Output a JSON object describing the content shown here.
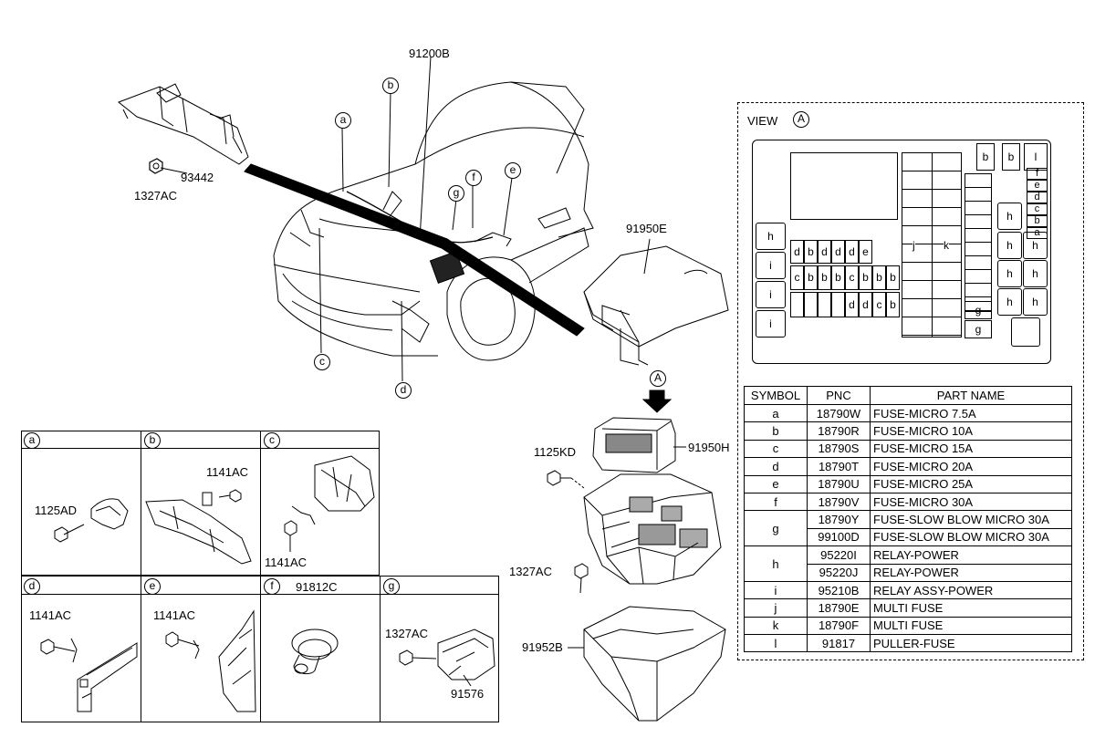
{
  "callouts": {
    "harness": "91200B",
    "bracket": "93442",
    "bracket_nut": "1327AC",
    "box_cover": "91950E",
    "relay_block": "91950H",
    "bolt_top": "1125KD",
    "nut_mid": "1327AC",
    "lower_cover": "91952B",
    "view_arrow": "A"
  },
  "car_letters": [
    "a",
    "b",
    "c",
    "d",
    "e",
    "f",
    "g"
  ],
  "view": {
    "title": "VIEW",
    "letter": "A",
    "left_col": [
      "h",
      "i",
      "i",
      "i"
    ],
    "row1": [
      "d",
      "b",
      "d",
      "d",
      "d",
      "e"
    ],
    "row2": [
      "c",
      "b",
      "b",
      "b",
      "c",
      "b",
      "b",
      "b"
    ],
    "row3": [
      "d",
      "d",
      "c",
      "b"
    ],
    "multi_j": "j",
    "multi_k": "k",
    "top_right": [
      "b",
      "b",
      "l"
    ],
    "small_right": [
      "f",
      "e",
      "d",
      "c",
      "b",
      "a"
    ],
    "relays_h": [
      "h",
      "h",
      "h",
      "h",
      "h",
      "h",
      "h"
    ],
    "g_cells": [
      "g",
      "g"
    ]
  },
  "parts_table": {
    "headers": [
      "SYMBOL",
      "PNC",
      "PART NAME"
    ],
    "rows": [
      {
        "symbol": "a",
        "pnc": [
          "18790W"
        ],
        "names": [
          "FUSE-MICRO 7.5A"
        ]
      },
      {
        "symbol": "b",
        "pnc": [
          "18790R"
        ],
        "names": [
          "FUSE-MICRO 10A"
        ]
      },
      {
        "symbol": "c",
        "pnc": [
          "18790S"
        ],
        "names": [
          "FUSE-MICRO 15A"
        ]
      },
      {
        "symbol": "d",
        "pnc": [
          "18790T"
        ],
        "names": [
          "FUSE-MICRO 20A"
        ]
      },
      {
        "symbol": "e",
        "pnc": [
          "18790U"
        ],
        "names": [
          "FUSE-MICRO 25A"
        ]
      },
      {
        "symbol": "f",
        "pnc": [
          "18790V"
        ],
        "names": [
          "FUSE-MICRO 30A"
        ]
      },
      {
        "symbol": "g",
        "pnc": [
          "18790Y",
          "99100D"
        ],
        "names": [
          "FUSE-SLOW BLOW MICRO 30A",
          "FUSE-SLOW BLOW MICRO 30A"
        ]
      },
      {
        "symbol": "h",
        "pnc": [
          "95220I",
          "95220J"
        ],
        "names": [
          "RELAY-POWER",
          "RELAY-POWER"
        ]
      },
      {
        "symbol": "i",
        "pnc": [
          "95210B"
        ],
        "names": [
          "RELAY ASSY-POWER"
        ]
      },
      {
        "symbol": "j",
        "pnc": [
          "18790E"
        ],
        "names": [
          "MULTI FUSE"
        ]
      },
      {
        "symbol": "k",
        "pnc": [
          "18790F"
        ],
        "names": [
          "MULTI FUSE"
        ]
      },
      {
        "symbol": "l",
        "pnc": [
          "91817"
        ],
        "names": [
          "PULLER-FUSE"
        ]
      }
    ]
  },
  "details": {
    "a": {
      "letter": "a",
      "labels": [
        "1125AD"
      ]
    },
    "b": {
      "letter": "b",
      "labels": [
        "1141AC"
      ]
    },
    "c": {
      "letter": "c",
      "labels": [
        "1141AC"
      ]
    },
    "d": {
      "letter": "d",
      "labels": [
        "1141AC"
      ]
    },
    "e": {
      "letter": "e",
      "labels": [
        "1141AC"
      ]
    },
    "f": {
      "letter": "f",
      "labels": [
        "91812C"
      ]
    },
    "g": {
      "letter": "g",
      "labels": [
        "1327AC",
        "91576"
      ]
    }
  }
}
